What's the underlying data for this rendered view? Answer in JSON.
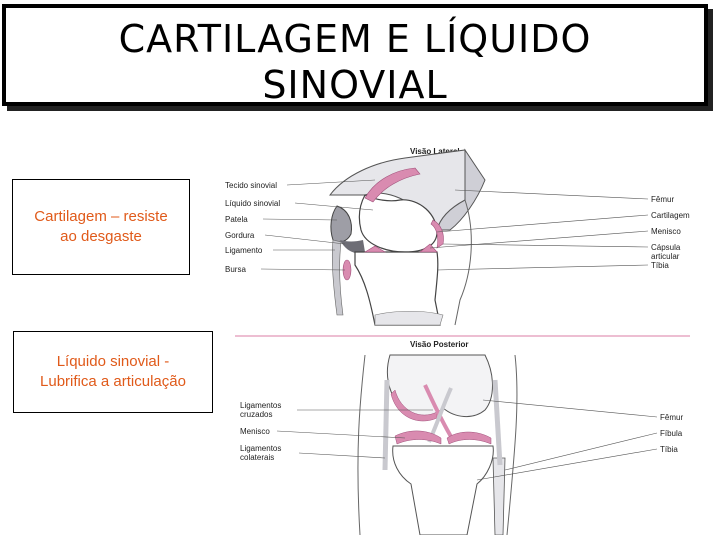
{
  "slide": {
    "title_line1": "CARTILAGEM E LÍQUIDO",
    "title_line2": "SINOVIAL"
  },
  "callouts": {
    "cartilage_line1": "Cartilagem – resiste",
    "cartilage_line2": "ao desgaste",
    "synovial_line1": "Líquido sinovial -",
    "synovial_line2": "Lubrifica a articulação"
  },
  "lateral_view": {
    "heading": "Visão Lateral",
    "left_labels": [
      "Tecido sinovial",
      "Líquido sinovial",
      "Patela",
      "Gordura",
      "Ligamento",
      "Bursa"
    ],
    "right_labels": [
      "Fêmur",
      "Cartilagem",
      "Menisco",
      "Cápsula",
      "articular",
      "Tíbia"
    ]
  },
  "posterior_view": {
    "heading": "Visão Posterior",
    "left_labels": [
      "Ligamentos",
      "cruzados",
      "Menisco",
      "Ligamentos",
      "colaterais"
    ],
    "right_labels": [
      "Fêmur",
      "Fíbula",
      "Tíbia"
    ]
  },
  "colors": {
    "callout_text": "#e05a1a",
    "synovial_pink": "#d98bb0",
    "tissue_gray": "#c9c9cf",
    "divider": "#e7a9c3"
  }
}
